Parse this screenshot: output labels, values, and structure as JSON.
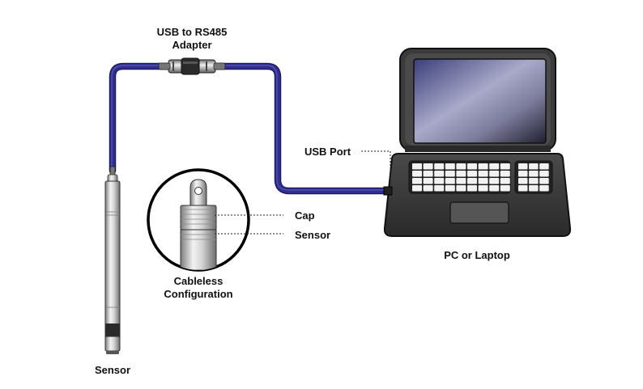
{
  "labels": {
    "adapter_line1": "USB to RS485",
    "adapter_line2": "Adapter",
    "usb_port": "USB Port",
    "cap": "Cap",
    "sensor_callout": "Sensor",
    "cableless_line1": "Cableless",
    "cableless_line2": "Configuration",
    "pc": "PC or Laptop",
    "sensor_bottom": "Sensor"
  },
  "colors": {
    "cable": "#2f2e8e",
    "cable_highlight": "#5a59c2",
    "laptop_body": "#3a3a3a",
    "laptop_outline": "#111111",
    "metal_light": "#e6e6e6",
    "metal_dark": "#8c8c8c"
  }
}
